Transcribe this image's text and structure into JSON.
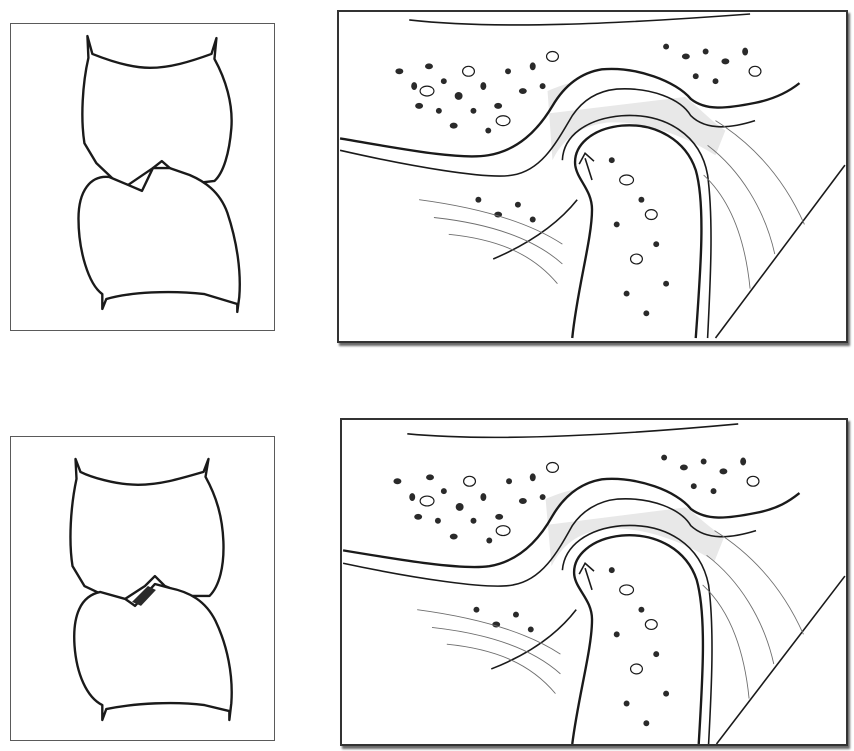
{
  "figure": {
    "panels": [
      {
        "id": "teeth-top",
        "kind": "tooth-pair",
        "contact": "gap"
      },
      {
        "id": "tmj-top",
        "kind": "joint-cross-section",
        "arrow": "up"
      },
      {
        "id": "teeth-bottom",
        "kind": "tooth-pair",
        "contact": "contact"
      },
      {
        "id": "tmj-bottom",
        "kind": "joint-cross-section",
        "arrow": "up"
      }
    ],
    "colors": {
      "line": "#1a1a1a",
      "cartilage": "#e8e8e8",
      "frame": "#333333"
    }
  }
}
